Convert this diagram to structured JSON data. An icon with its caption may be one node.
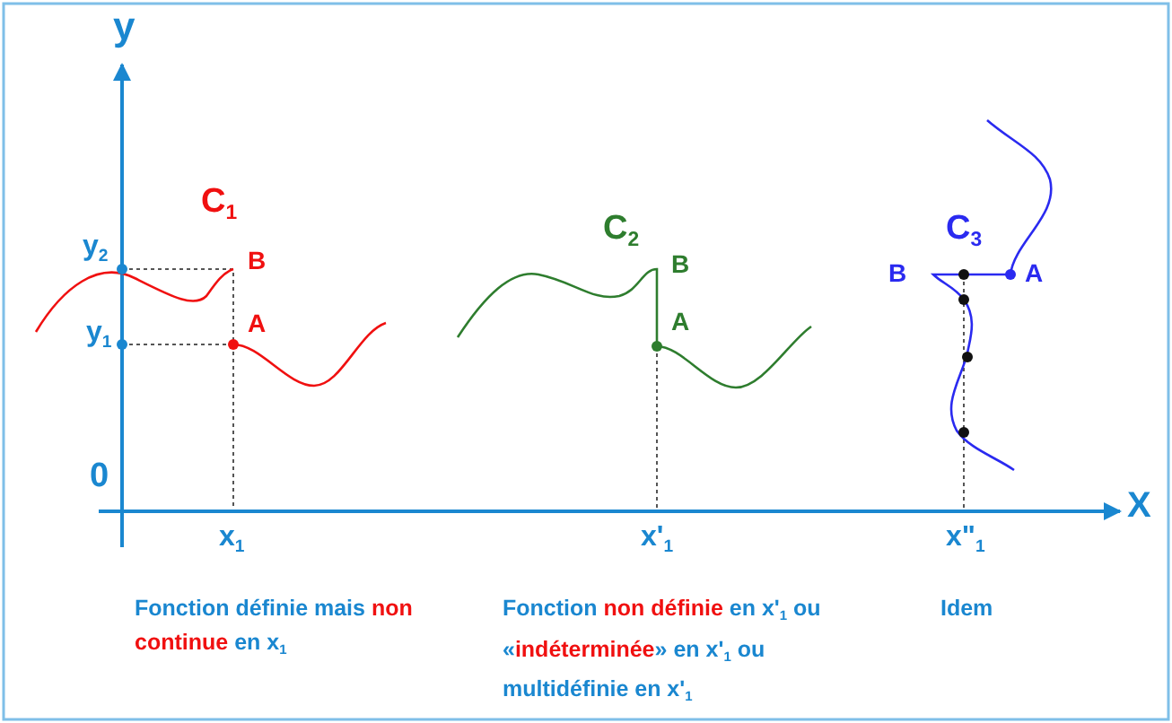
{
  "diagram": {
    "labels": [
      "y",
      "C$_{1}$",
      "C$_{2}$",
      "C$_{3}$",
      "y$_{2}$",
      "B",
      "B",
      "B",
      "A",
      "y$_{1}$",
      "A",
      "A",
      "0",
      "x$_{1}$",
      "x'$_{1}$",
      "x\"$_{1}$",
      "X",
      "Fonction définie mais **non continue** en x$_{1}$",
      "Fonction **non définie** en x'$_{1}$ ou «**indéterminée**» en x'$_{1}$ ou multidéfinie en x'$_{1}$",
      "Idem"
    ]
  }
}
